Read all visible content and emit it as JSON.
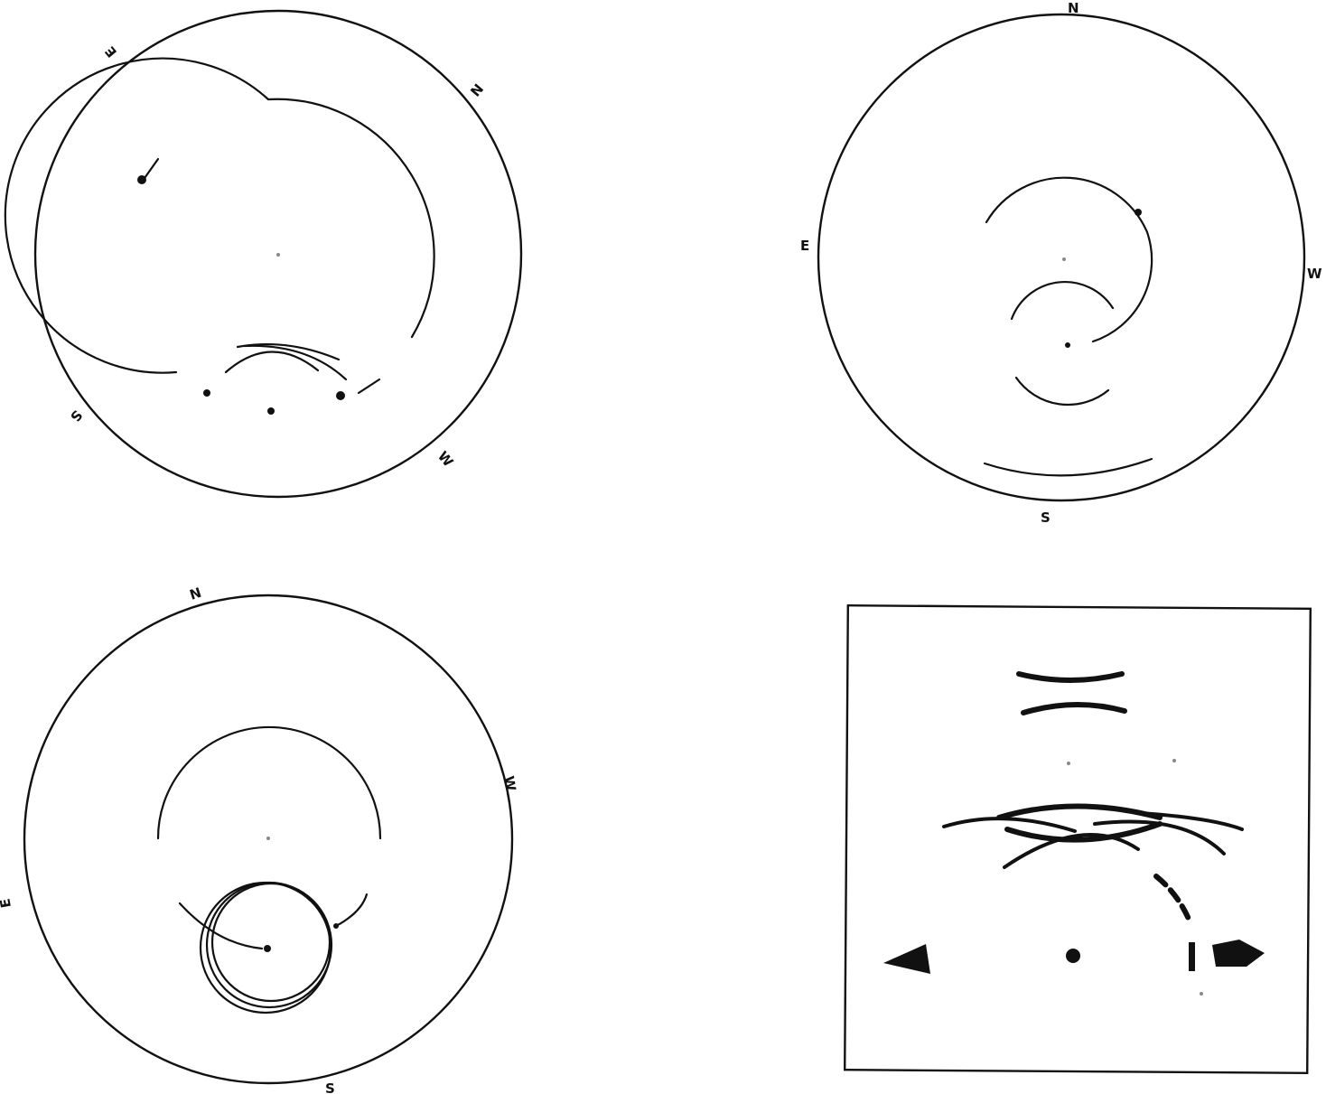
{
  "panels": [
    {
      "id": "top-left",
      "directions": {
        "north": "N",
        "east": "E",
        "south": "S",
        "west": "W"
      }
    },
    {
      "id": "top-right",
      "directions": {
        "north": "N",
        "east": "E",
        "south": "S",
        "west": "W"
      }
    },
    {
      "id": "bottom-left",
      "directions": {
        "north": "N",
        "east": "E",
        "south": "S",
        "west": "W"
      }
    },
    {
      "id": "bottom-right",
      "directions": {}
    }
  ],
  "colors": {
    "ink": "#111111",
    "paper": "#ffffff"
  }
}
